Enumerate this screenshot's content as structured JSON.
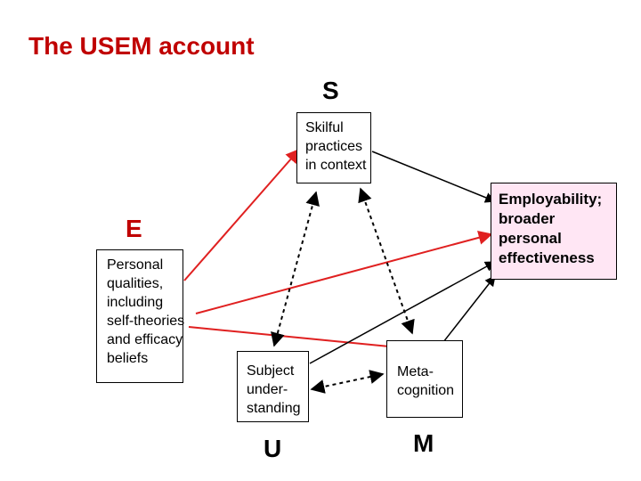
{
  "title": "The USEM account",
  "colors": {
    "title": "#c00000",
    "red_arrow": "#e02020",
    "black_arrow": "#000000",
    "employability_fill": "#ffe6f4"
  },
  "letters": {
    "s": "S",
    "e": "E",
    "u": "U",
    "m": "M"
  },
  "nodes": {
    "skilful": "Skilful\npractices\nin context",
    "personal": "Personal\nqualities,\nincluding\nself-theories\nand efficacy\nbeliefs",
    "subject": "Subject\nunder-\nstanding",
    "meta": "Meta-\ncognition",
    "employability": "Employability;\nbroader\npersonal\neffectiveness"
  }
}
